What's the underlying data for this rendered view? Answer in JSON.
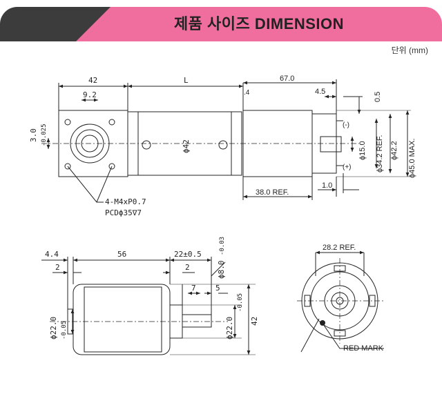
{
  "header": {
    "title": "제품 사이즈  DIMENSION"
  },
  "unit_label": "단위 (mm)",
  "top_view": {
    "dim_42": "42",
    "dim_L": "L",
    "dim_9_2": "9.2",
    "dim_3": "3.0",
    "dim_3_tol": "-0.025",
    "dim_phi42": "ϕ42",
    "dim_4": ".4",
    "dim_67": "67.0",
    "dim_4_5": "4.5",
    "dim_0_5": "0.5",
    "minus": "(-)",
    "plus": "(+)",
    "dim_phi15": "ϕ15.0",
    "dim_phi34_2": "ϕ34.2 REF.",
    "dim_phi42_2": "ϕ42.2",
    "dim_phi45": "ϕ45.0 MAX.",
    "dim_38": "38.0 REF.",
    "dim_1": "1.0",
    "screw_note_1": "4-M4xP0.7",
    "screw_note_2": "PCDϕ35∇7"
  },
  "bottom_view": {
    "dim_4_4": "4.4",
    "dim_56": "56",
    "dim_22": "22±0.5",
    "dim_2a": "2",
    "dim_2b": "2",
    "dim_phi8": "ϕ8.0",
    "dim_phi8_tol": "-0.03",
    "dim_7": "7",
    "dim_5": "5",
    "dim_phi22a": "ϕ22.0",
    "dim_phi22a_tol": "-0.05",
    "dim_phi22b": "ϕ22.0",
    "dim_phi22b_tol": "-0.05",
    "dim_42": "42"
  },
  "end_view": {
    "dim_28_2": "28.2 REF.",
    "red_mark": "RED MARK"
  },
  "colors": {
    "banner_dark": "#3c3c3c",
    "banner_pink": "#f06e9e",
    "line": "#222222",
    "marker": "#e0301e"
  }
}
